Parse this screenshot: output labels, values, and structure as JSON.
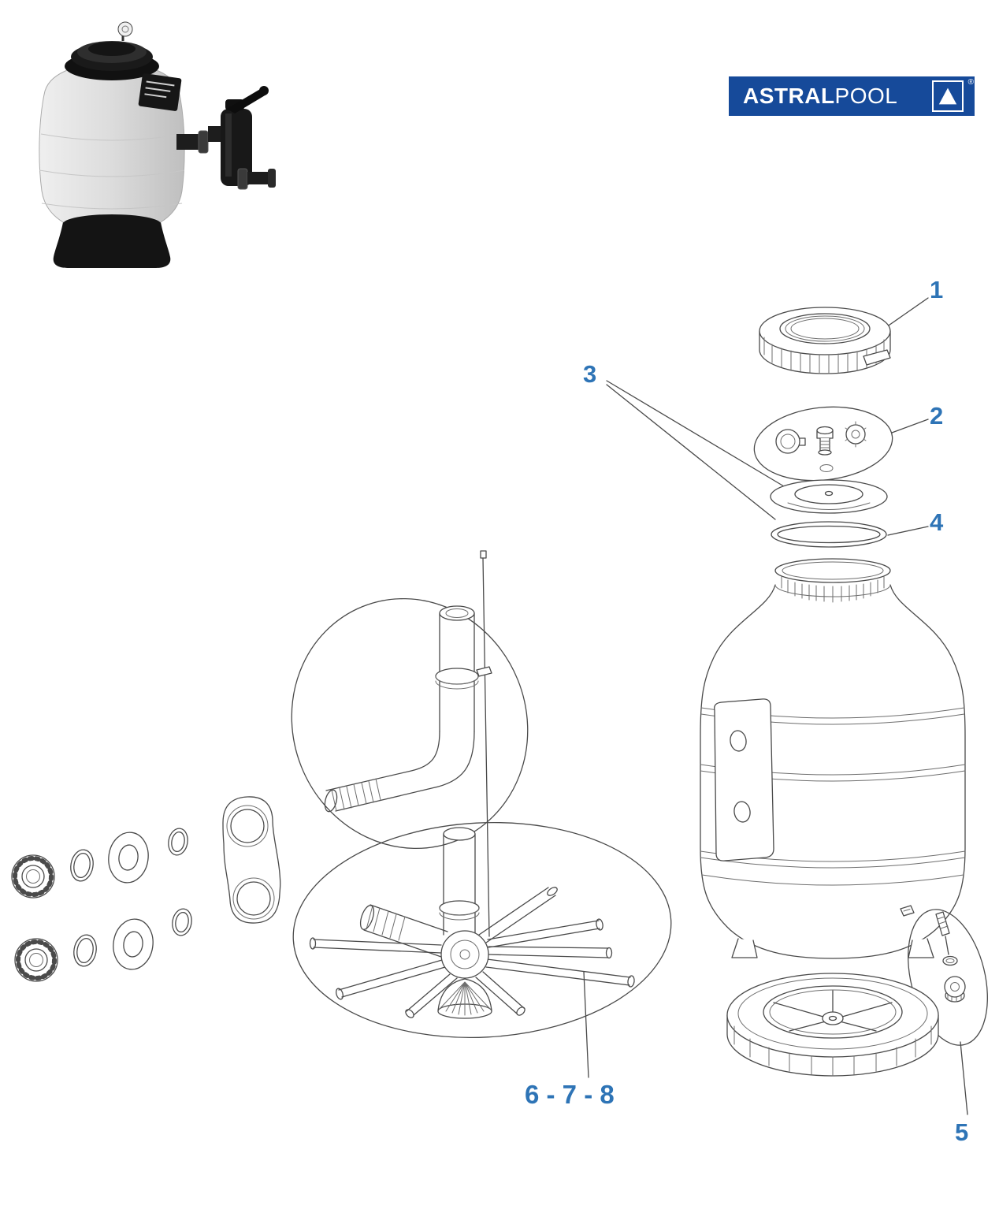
{
  "page": {
    "background_color": "#ffffff"
  },
  "logo": {
    "brand_bold": "ASTRAL",
    "brand_light": "POOL",
    "registered_mark": "®",
    "background_color": "#164a9a",
    "text_color": "#ffffff",
    "emblem": "triangle-icon"
  },
  "callouts": {
    "color": "#2e74b6",
    "items": [
      {
        "label": "1",
        "part": "lid-locking-ring"
      },
      {
        "label": "2",
        "part": "gauge-and-fittings-kit"
      },
      {
        "label": "3",
        "part": "filter-lid"
      },
      {
        "label": "4",
        "part": "lid-oring"
      },
      {
        "label": "5",
        "part": "drain-plug-kit"
      },
      {
        "label": "6 - 7 - 8",
        "part": "collector-standpipe-and-laterals"
      }
    ]
  },
  "diagram": {
    "line_color": "#4a4a4a",
    "unlabeled_parts": [
      "tank-body",
      "base-stand",
      "bulkhead-unions-and-gaskets",
      "assembled-filter-photo"
    ]
  }
}
